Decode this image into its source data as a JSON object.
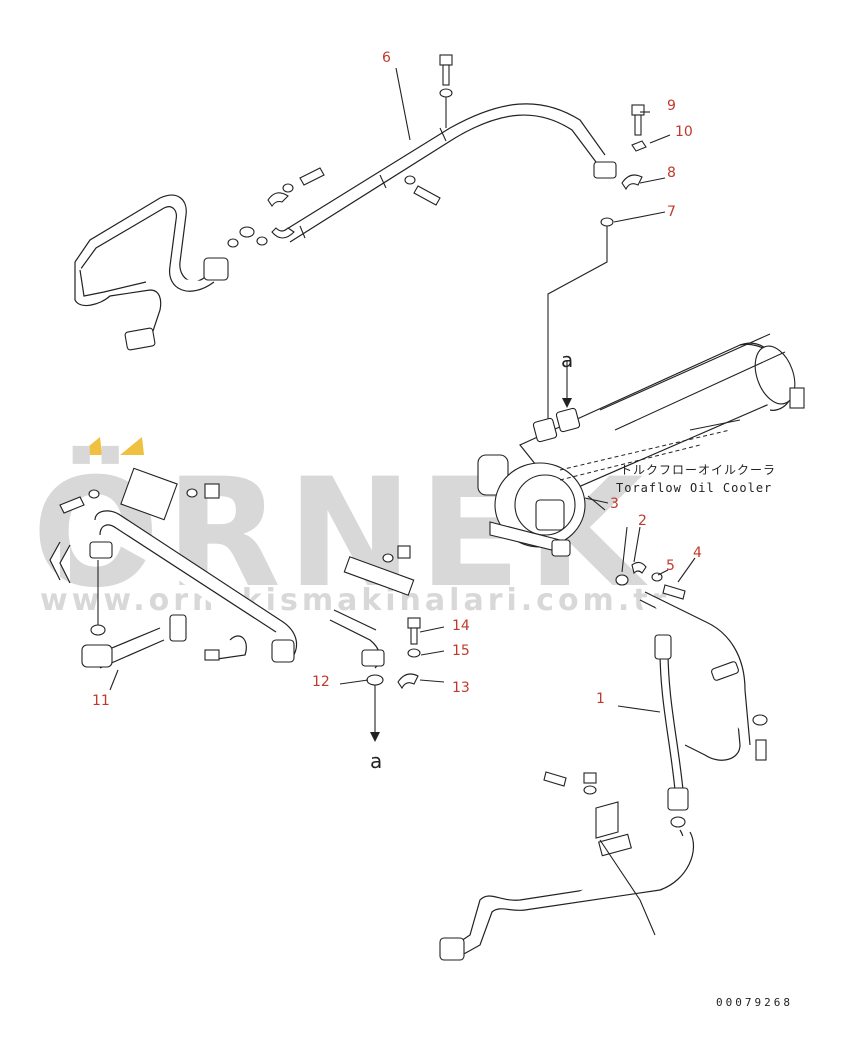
{
  "watermark": {
    "brand": "ÖRNEK",
    "url": "www.ornekismakinalari.com.tr"
  },
  "labels": {
    "p1": "1",
    "p2": "2",
    "p3": "3",
    "p4": "4",
    "p5": "5",
    "p6": "6",
    "p7": "7",
    "p8": "8",
    "p9": "9",
    "p10": "10",
    "p11": "11",
    "p12": "12",
    "p13": "13",
    "p14": "14",
    "p15": "15"
  },
  "cooler": {
    "jp": "トルクフローオイルクーラ",
    "en": "Toraflow Oil Cooler"
  },
  "ref_a_top": "a",
  "ref_a_bottom": "a",
  "doc_number": "00079268",
  "colors": {
    "label": "#c0392b",
    "line": "#222222",
    "watermark": "#d8d8d8",
    "accent": "#f0c040"
  }
}
